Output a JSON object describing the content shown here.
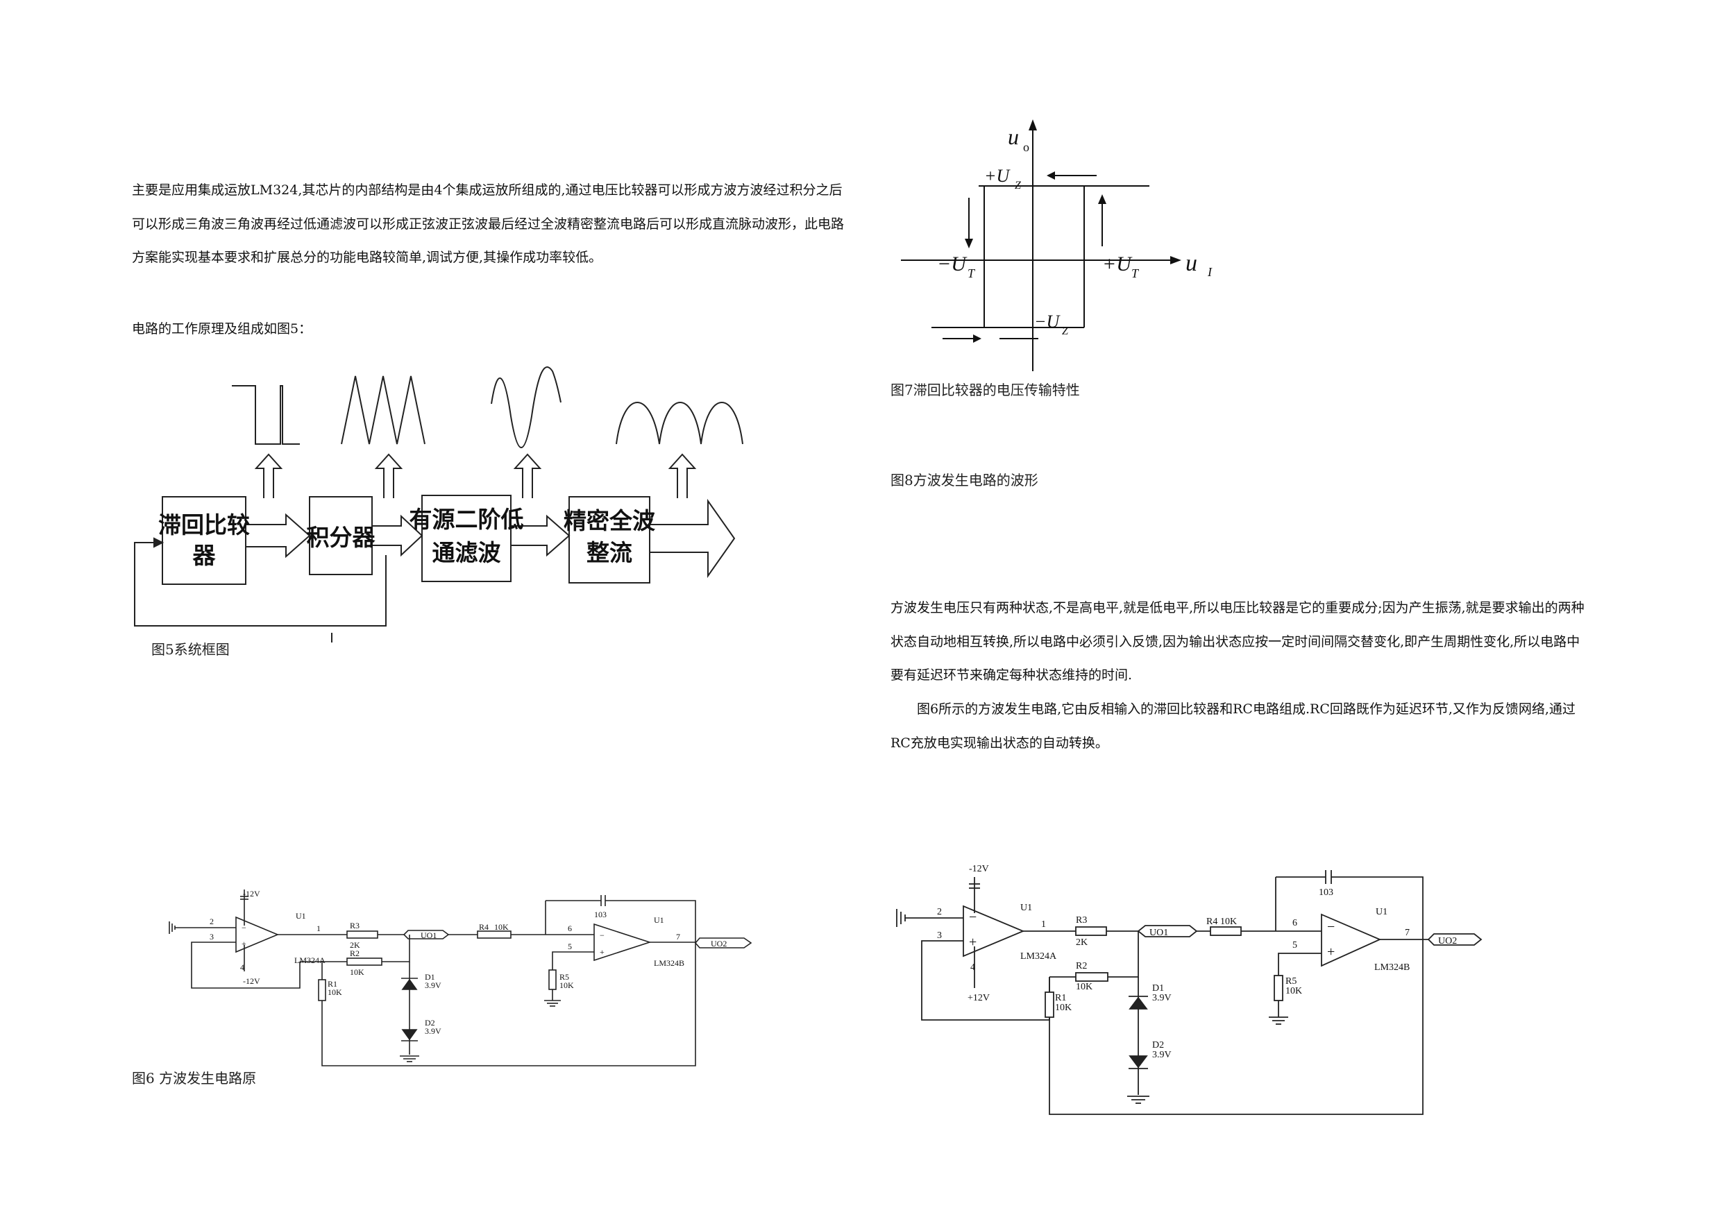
{
  "left": {
    "paragraph": "主要是应用集成运放LM324,其芯片的内部结构是由4个集成运放所组成的,通过电压比较器可以形成方波方波经过积分之后可以形成三角波三角波再经过低通滤波可以形成正弦波正弦波最后经过全波精密整流电路后可以形成直流脉动波形，此电路方案能实现基本要求和扩展总分的功能电路较简单,调试方便,其操作成功率较低。",
    "intro": "电路的工作原理及组成如图5：",
    "fig5_caption": "图5系统框图",
    "fig6_caption": "图6 方波发生电路原"
  },
  "block_diagram": {
    "block1": [
      "滞回比较",
      "器"
    ],
    "block2": [
      "积分器"
    ],
    "block3": [
      "有源二阶低",
      "通滤波"
    ],
    "block4": [
      "精密全波",
      "整流"
    ]
  },
  "hysteresis": {
    "uo": "u",
    "uo_sub": "o",
    "ui": "u",
    "ui_sub": "I",
    "plus_uz": "+U",
    "minus_uz": "−U",
    "z": "Z",
    "minus_ut": "−U",
    "plus_ut": "+U",
    "t": "T",
    "caption": "图7滞回比较器的电压传输特性"
  },
  "right": {
    "fig8_caption": "图8方波发生电路的波形",
    "paragraph1": "方波发生电压只有两种状态,不是高电平,就是低电平,所以电压比较器是它的重要成分;因为产生振荡,就是要求输出的两种状态自动地相互转换,所以电路中必须引入反馈,因为输出状态应按一定时间间隔交替变化,即产生周期性变化,所以电路中要有延迟环节来确定每种状态维持的时间.",
    "paragraph2": "图6所示的方波发生电路,它由反相输入的滞回比较器和RC电路组成.RC回路既作为延迟环节,又作为反馈网络,通过RC充放电实现输出状态的自动转换。"
  },
  "circuit": {
    "vneg": "-12V",
    "vpos": "+12V",
    "u1": "U1",
    "r3": "R3",
    "r3v": "2K",
    "r2": "R2",
    "r2v": "10K",
    "r1": "R1",
    "r1v": "10K",
    "r4": "R4",
    "r4v": "10K",
    "r5": "R5",
    "r5v": "10K",
    "d1": "D1",
    "d1v": "3.9V",
    "d2": "D2",
    "d2v": "3.9V",
    "cap": "103",
    "uo1": "UO1",
    "uo2": "UO2",
    "lm_a": "LM324A",
    "lm_b": "LM324B",
    "p1": "1",
    "p2": "2",
    "p3": "3",
    "p4": "4",
    "p5": "5",
    "p6": "6",
    "p7": "7",
    "minus": "−",
    "plus": "+"
  }
}
